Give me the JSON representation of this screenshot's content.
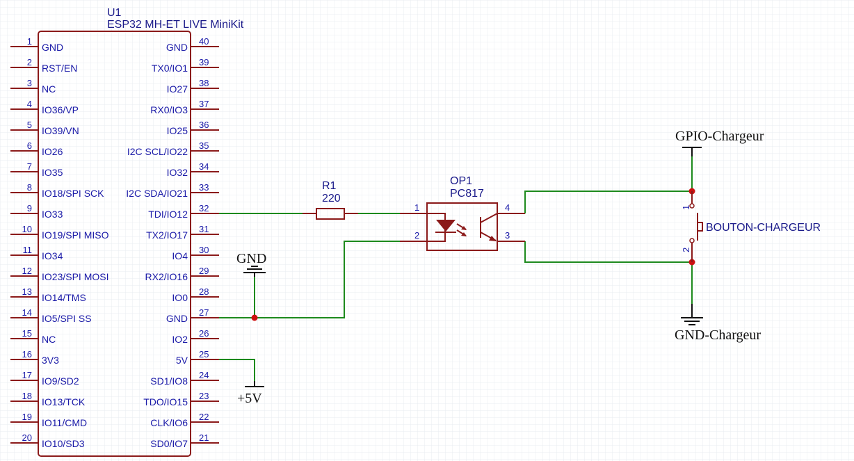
{
  "colors": {
    "background": "#ffffff",
    "grid": "#e9ecf2",
    "component": "#8b1a1a",
    "wire": "#1d8a1d",
    "text": "#1a1aa8",
    "junction": "#cc1111",
    "power": "#111111"
  },
  "u1": {
    "designator": "U1",
    "name": "ESP32 MH-ET LIVE MiniKit",
    "left_pins": [
      {
        "num": "1",
        "name": "GND"
      },
      {
        "num": "2",
        "name": "RST/EN"
      },
      {
        "num": "3",
        "name": "NC"
      },
      {
        "num": "4",
        "name": "IO36/VP"
      },
      {
        "num": "5",
        "name": "IO39/VN"
      },
      {
        "num": "6",
        "name": "IO26"
      },
      {
        "num": "7",
        "name": "IO35"
      },
      {
        "num": "8",
        "name": "IO18/SPI SCK"
      },
      {
        "num": "9",
        "name": "IO33"
      },
      {
        "num": "10",
        "name": "IO19/SPI MISO"
      },
      {
        "num": "11",
        "name": "IO34"
      },
      {
        "num": "12",
        "name": "IO23/SPI MOSI"
      },
      {
        "num": "13",
        "name": "IO14/TMS"
      },
      {
        "num": "14",
        "name": "IO5/SPI SS"
      },
      {
        "num": "15",
        "name": "NC"
      },
      {
        "num": "16",
        "name": "3V3"
      },
      {
        "num": "17",
        "name": "IO9/SD2"
      },
      {
        "num": "18",
        "name": "IO13/TCK"
      },
      {
        "num": "19",
        "name": "IO11/CMD"
      },
      {
        "num": "20",
        "name": "IO10/SD3"
      }
    ],
    "right_pins": [
      {
        "num": "40",
        "name": "GND"
      },
      {
        "num": "39",
        "name": "TX0/IO1"
      },
      {
        "num": "38",
        "name": "IO27"
      },
      {
        "num": "37",
        "name": "RX0/IO3"
      },
      {
        "num": "36",
        "name": "IO25"
      },
      {
        "num": "35",
        "name": "I2C SCL/IO22"
      },
      {
        "num": "34",
        "name": "IO32"
      },
      {
        "num": "33",
        "name": "I2C SDA/IO21"
      },
      {
        "num": "32",
        "name": "TDI/IO12"
      },
      {
        "num": "31",
        "name": "TX2/IO17"
      },
      {
        "num": "30",
        "name": "IO4"
      },
      {
        "num": "29",
        "name": "RX2/IO16"
      },
      {
        "num": "28",
        "name": "IO0"
      },
      {
        "num": "27",
        "name": "GND"
      },
      {
        "num": "26",
        "name": "IO2"
      },
      {
        "num": "25",
        "name": "5V"
      },
      {
        "num": "24",
        "name": "SD1/IO8"
      },
      {
        "num": "23",
        "name": "TDO/IO15"
      },
      {
        "num": "22",
        "name": "CLK/IO6"
      },
      {
        "num": "21",
        "name": "SD0/IO7"
      }
    ]
  },
  "r1": {
    "designator": "R1",
    "value": "220"
  },
  "op1": {
    "designator": "OP1",
    "part": "PC817",
    "pins": {
      "p1": "1",
      "p2": "2",
      "p3": "3",
      "p4": "4"
    }
  },
  "switch": {
    "name": "BOUTON-CHARGEUR",
    "pin1": "1",
    "pin2": "2"
  },
  "nets": {
    "gnd": "GND",
    "vcc": "+5V",
    "gpio_chargeur": "GPIO-Chargeur",
    "gnd_chargeur": "GND-Chargeur"
  }
}
